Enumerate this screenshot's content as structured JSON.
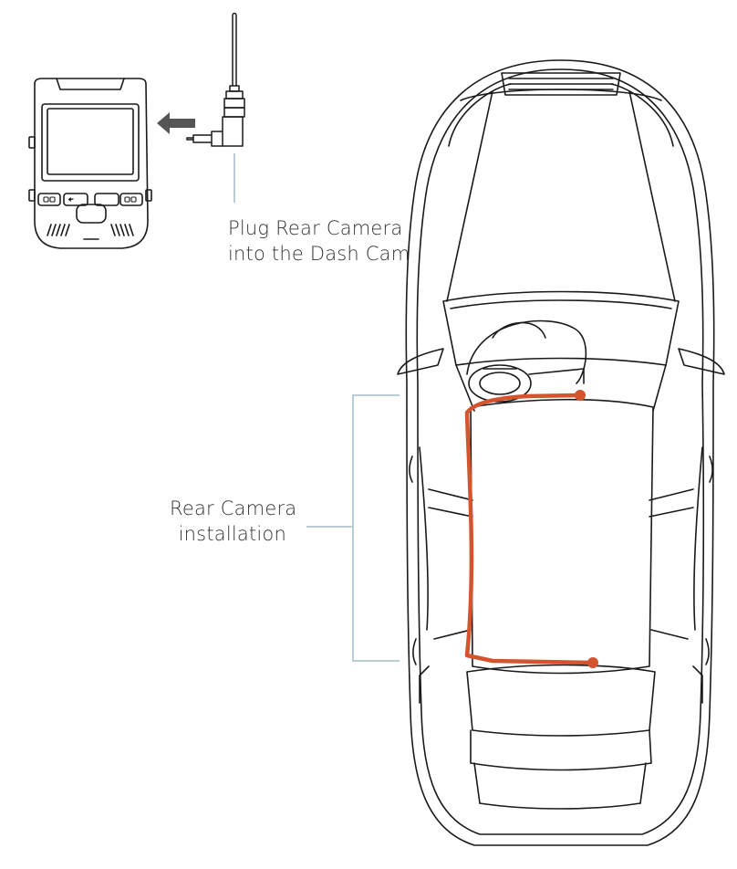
{
  "labels": {
    "plug": [
      "Plug Rear Camera",
      "into the Dash Cam"
    ],
    "installation": [
      "Rear Camera",
      "installation"
    ]
  },
  "colors": {
    "outline": "#1a1a1a",
    "cable": "#d4542e",
    "bracket": "#b8cdd6",
    "arrow": "#555555",
    "caption": "#333333"
  },
  "icons": [
    "dash-cam-device",
    "rear-camera-plug",
    "insert-arrow",
    "car-top-view"
  ]
}
